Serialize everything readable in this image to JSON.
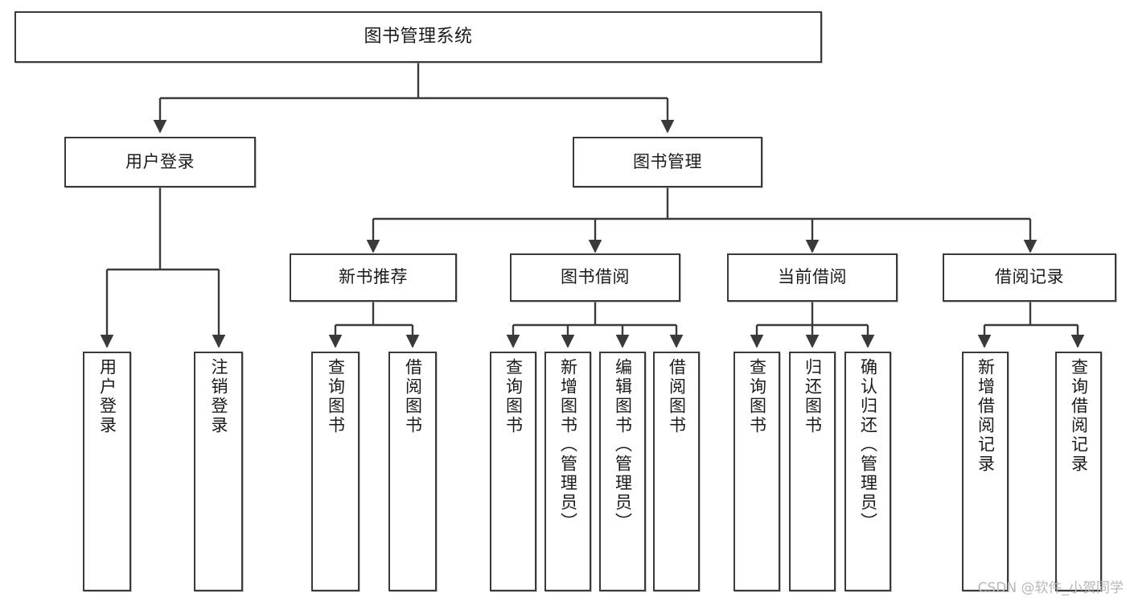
{
  "diagram": {
    "title": "图书管理系统",
    "type": "tree",
    "orientation": "top-down",
    "colors": {
      "box_border": "#3a3a3a",
      "box_fill": "#ffffff",
      "edge": "#3a3a3a",
      "text": "#1b1b1b",
      "watermark": "#b7b7b7",
      "background": "#ffffff"
    },
    "nodes": {
      "root": {
        "label": "图书管理系统"
      },
      "level2": [
        {
          "id": "user-login",
          "label": "用户登录"
        },
        {
          "id": "book-manage",
          "label": "图书管理"
        }
      ],
      "level3": [
        {
          "id": "new-book-recommend",
          "label": "新书推荐"
        },
        {
          "id": "book-borrow",
          "label": "图书借阅"
        },
        {
          "id": "current-borrow",
          "label": "当前借阅"
        },
        {
          "id": "borrow-record",
          "label": "借阅记录"
        }
      ],
      "leaves": {
        "user_login": [
          {
            "id": "leaf-user-login",
            "label": "用户登录"
          },
          {
            "id": "leaf-logout-login",
            "label": "注销登录"
          }
        ],
        "new_book_recommend": [
          {
            "id": "leaf-query-book-1",
            "label": "查询图书"
          },
          {
            "id": "leaf-borrow-book-1",
            "label": "借阅图书"
          }
        ],
        "book_borrow": [
          {
            "id": "leaf-query-book-2",
            "label": "查询图书"
          },
          {
            "id": "leaf-add-book",
            "label": "新增图书（管理员）"
          },
          {
            "id": "leaf-edit-book",
            "label": "编辑图书（管理员）"
          },
          {
            "id": "leaf-borrow-book-2",
            "label": "借阅图书"
          }
        ],
        "current_borrow": [
          {
            "id": "leaf-query-book-3",
            "label": "查询图书"
          },
          {
            "id": "leaf-return-book",
            "label": "归还图书"
          },
          {
            "id": "leaf-confirm-return",
            "label": "确认归还（管理员）"
          }
        ],
        "borrow_record": [
          {
            "id": "leaf-add-record",
            "label": "新增借阅记录"
          },
          {
            "id": "leaf-query-record",
            "label": "查询借阅记录"
          }
        ]
      }
    },
    "watermark": "CSDN @软件_小贺同学"
  }
}
